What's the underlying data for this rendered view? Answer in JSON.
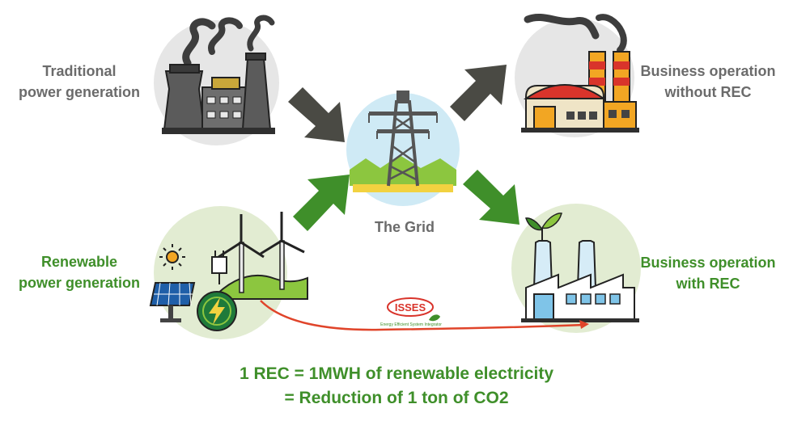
{
  "nodes": {
    "traditional": {
      "line1": "Traditional",
      "line2": "power generation"
    },
    "renewable": {
      "line1": "Renewable",
      "line2": "power generation"
    },
    "grid": {
      "label": "The Grid"
    },
    "without_rec": {
      "line1": "Business operation",
      "line2": "without REC"
    },
    "with_rec": {
      "line1": "Business operation",
      "line2": "with REC"
    }
  },
  "caption": {
    "line1": "1 REC = 1MWH of renewable electricity",
    "line2": "= Reduction of 1 ton of CO2"
  },
  "logo": {
    "name": "ISSES",
    "tagline": "Energy Efficient System Integrator"
  },
  "colors": {
    "gray_text": "#6b6b6b",
    "green_text": "#3f8f2a",
    "gray_arrow": "#4a4a44",
    "green_arrow": "#3f8f2a",
    "red_curve": "#e0442a",
    "gray_circle": "#e6e6e6",
    "green_circle": "#e2ecd2",
    "grid_circle": "#cfeaf5"
  }
}
